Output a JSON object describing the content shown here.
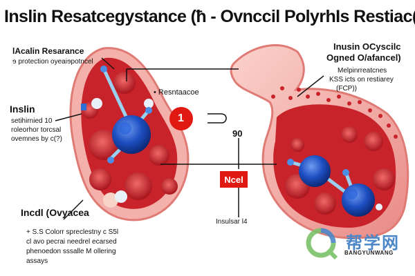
{
  "title": "Inslin Resatcegystance (ħ - Ovnccil PolyrhIs Restiac()",
  "left_label": {
    "title": "lAcalin Resarance",
    "subtitle": "ɘ protection oyeaiɘpotncel"
  },
  "insulin_label": {
    "title": "Inslin",
    "lines": [
      "setihirnied 10",
      "roleorhor torcsal",
      "ovemnes by c(?)"
    ]
  },
  "bottom_left_label": {
    "title": "Incdl (Ovyacea",
    "lines": [
      "+ S.S Colorr spreclestny c S5l",
      "cl avo pecrai needrel ecarsed",
      "phenoedon sssalle M ollering",
      "assays"
    ]
  },
  "center": {
    "small_label": "• Resntaacoe",
    "circle_number": "1",
    "number_label": "90",
    "badge_text": "Ncel",
    "bottom_label": "Insulsar l4"
  },
  "right_label": {
    "title_line1": "Inusin OCyscilc",
    "title_line2": "Ogned O/afancel)",
    "lines": [
      "Melpinrreatcnes",
      "KSS icts on restiarey",
      "(FCP))"
    ]
  },
  "watermark": {
    "text": "帮学网",
    "sub": "BANGYUNWANG"
  },
  "colors": {
    "tissue_red": "#c8232a",
    "tissue_pink": "#f2a0a0",
    "cell_blue": "#1e4fc2",
    "badge_red": "#e01a12"
  }
}
